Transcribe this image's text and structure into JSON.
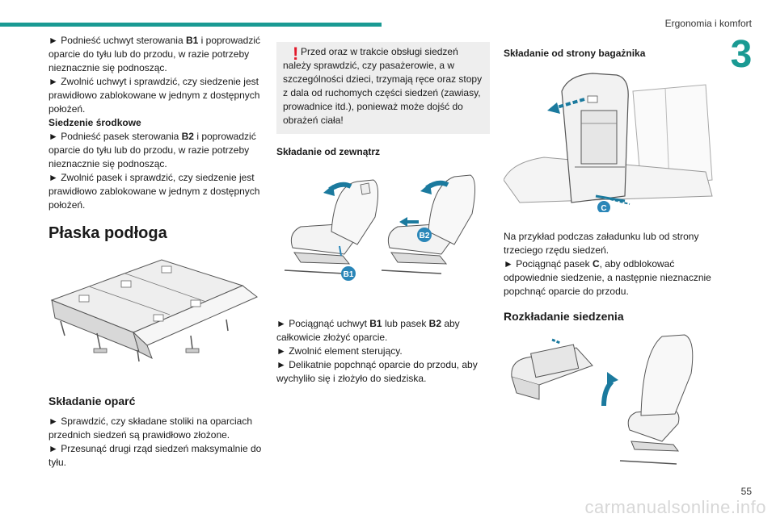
{
  "header": {
    "section_title": "Ergonomia i komfort",
    "chapter_number": "3"
  },
  "footer": {
    "page_number": "55",
    "watermark": "carmanualsonline.info"
  },
  "col1": {
    "p1_a": "► Podnieść uchwyt sterowania ",
    "p1_b": "B1",
    "p1_c": " i poprowadzić oparcie do tyłu lub do przodu, w razie potrzeby nieznacznie się podnosząc.",
    "p2": "► Zwolnić uchwyt i sprawdzić, czy siedzenie jest prawidłowo zablokowane w jednym z dostępnych położeń.",
    "subheading": "Siedzenie środkowe",
    "p3_a": "► Podnieść pasek sterowania ",
    "p3_b": "B2",
    "p3_c": " i poprowadzić oparcie do tyłu lub do przodu, w razie potrzeby nieznacznie się podnosząc.",
    "p4": "► Zwolnić pasek i sprawdzić, czy siedzenie jest prawidłowo zablokowane w jednym z dostępnych położeń.",
    "heading_flat": "Płaska podłoga",
    "heading_fold": "Składanie oparć",
    "p5": "► Sprawdzić, czy składane stoliki na oparciach przednich siedzeń są prawidłowo złożone.",
    "p6": "► Przesunąć drugi rząd siedzeń maksymalnie do tyłu."
  },
  "col2": {
    "warning_icon": "!",
    "warning": "Przed oraz w trakcie obsługi siedzeń należy sprawdzić, czy pasażerowie, a w szczególności dzieci, trzymają ręce oraz stopy z dala od ruchomych części siedzeń (zawiasy, prowadnice itd.), ponieważ może dojść do obrażeń ciała!",
    "heading": "Składanie od zewnątrz",
    "label_b1": "B1",
    "label_b2": "B2",
    "p1_a": "► Pociągnąć uchwyt ",
    "p1_b": "B1",
    "p1_c": " lub pasek ",
    "p1_d": "B2",
    "p1_e": " aby całkowicie złożyć oparcie.",
    "p2": "► Zwolnić element sterujący.",
    "p3": "► Delikatnie popchnąć oparcie do przodu, aby wychyliło się i złożyło do siedziska."
  },
  "col3": {
    "heading_trunk": "Składanie od strony bagażnika",
    "label_c": "C",
    "p1": "Na przykład podczas załadunku lub od strony trzeciego rzędu siedzeń.",
    "p2_a": "► Pociągnąć pasek ",
    "p2_b": "C",
    "p2_c": ", aby odblokować odpowiednie siedzenie, a następnie nieznacznie popchnąć oparcie do przodu.",
    "heading_unfold": "Rozkładanie siedzenia"
  },
  "colors": {
    "accent": "#1a9a93",
    "warning": "#e2192b",
    "arrow": "#1b7a9e",
    "label_bg": "#2a86b8"
  }
}
